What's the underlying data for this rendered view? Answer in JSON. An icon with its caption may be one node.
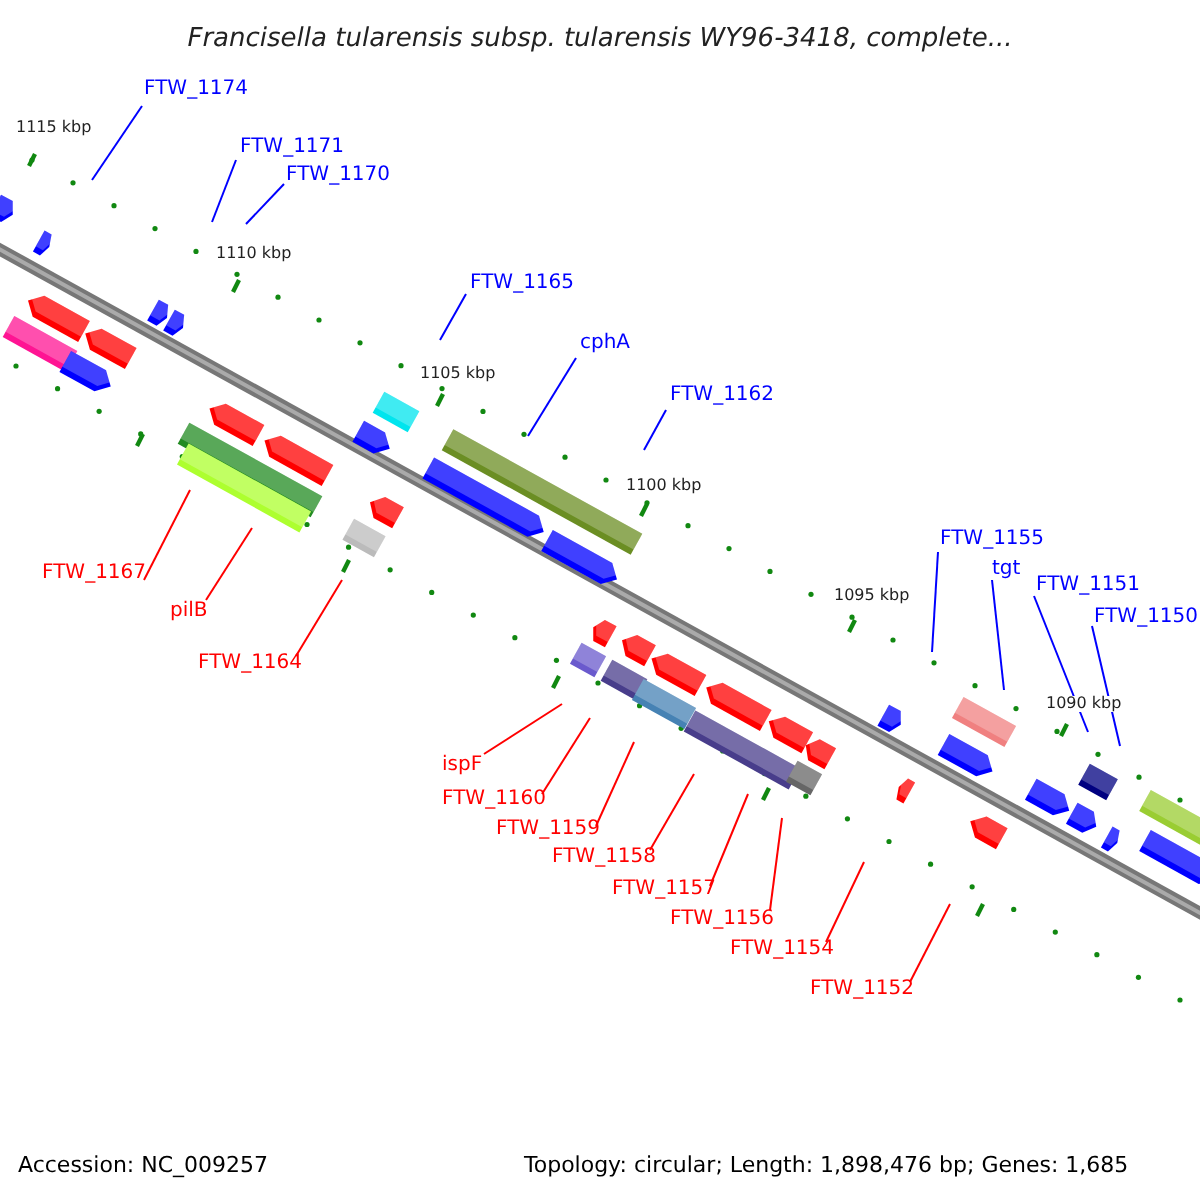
{
  "diagram": {
    "title": "Francisella tularensis subsp. tularensis WY96-3418, complete...",
    "nodes": [
      {
        "text": [
          "FTW_1174"
        ]
      },
      {
        "text": [
          "FTW_1171"
        ]
      },
      {
        "text": [
          "FTW_1170"
        ]
      },
      {
        "text": [
          "FTW_1165"
        ]
      },
      {
        "text": [
          "cphA"
        ]
      },
      {
        "text": [
          "FTW_1162"
        ]
      },
      {
        "text": [
          "FTW_1155"
        ]
      },
      {
        "text": [
          "tgt"
        ]
      },
      {
        "text": [
          "FTW_1151"
        ]
      },
      {
        "text": [
          "FTW_1150"
        ]
      },
      {
        "text": [
          "FTW_1167"
        ]
      },
      {
        "text": [
          "pilB"
        ]
      },
      {
        "text": [
          "FTW_1164"
        ]
      },
      {
        "text": [
          "ispF"
        ]
      },
      {
        "text": [
          "FTW_1160"
        ]
      },
      {
        "text": [
          "FTW_1159"
        ]
      },
      {
        "text": [
          "FTW_1158"
        ]
      },
      {
        "text": [
          "FTW_1157"
        ]
      },
      {
        "text": [
          "FTW_1156"
        ]
      },
      {
        "text": [
          "FTW_1154"
        ]
      },
      {
        "text": [
          "FTW_1152"
        ]
      }
    ],
    "edges": [
      {
        "from": 0,
        "to": null,
        "arrow": "none",
        "color": "#0000ff"
      },
      {
        "from": 1,
        "to": null,
        "arrow": "none",
        "color": "#0000ff"
      },
      {
        "from": 2,
        "to": null,
        "arrow": "none",
        "color": "#0000ff"
      },
      {
        "from": 3,
        "to": null,
        "arrow": "none",
        "color": "#0000ff"
      },
      {
        "from": 4,
        "to": null,
        "arrow": "none",
        "color": "#0000ff"
      },
      {
        "from": 5,
        "to": null,
        "arrow": "none",
        "color": "#0000ff"
      },
      {
        "from": 6,
        "to": null,
        "arrow": "none",
        "color": "#0000ff"
      },
      {
        "from": 7,
        "to": null,
        "arrow": "none",
        "color": "#0000ff"
      },
      {
        "from": 8,
        "to": null,
        "arrow": "none",
        "color": "#0000ff"
      },
      {
        "from": 9,
        "to": null,
        "arrow": "none",
        "color": "#0000ff"
      },
      {
        "from": 10,
        "to": null,
        "arrow": "none",
        "color": "#ff0000"
      },
      {
        "from": 11,
        "to": null,
        "arrow": "none",
        "color": "#ff0000"
      },
      {
        "from": 12,
        "to": null,
        "arrow": "none",
        "color": "#ff0000"
      },
      {
        "from": 13,
        "to": null,
        "arrow": "none",
        "color": "#ff0000"
      },
      {
        "from": 14,
        "to": null,
        "arrow": "none",
        "color": "#ff0000"
      },
      {
        "from": 15,
        "to": null,
        "arrow": "none",
        "color": "#ff0000"
      },
      {
        "from": 16,
        "to": null,
        "arrow": "none",
        "color": "#ff0000"
      },
      {
        "from": 17,
        "to": null,
        "arrow": "none",
        "color": "#ff0000"
      },
      {
        "from": 18,
        "to": null,
        "arrow": "none",
        "color": "#ff0000"
      },
      {
        "from": 19,
        "to": null,
        "arrow": "none",
        "color": "#ff0000"
      },
      {
        "from": 20,
        "to": null,
        "arrow": "none",
        "color": "#ff0000"
      }
    ],
    "labels": [
      "1115 kbp",
      "1110 kbp",
      "1105 kbp",
      "1100 kbp",
      "1095 kbp",
      "1090 kbp",
      "Accession: NC_009257",
      "Topology: circular; Length: 1,898,476 bp; Genes: 1,685"
    ]
  }
}
